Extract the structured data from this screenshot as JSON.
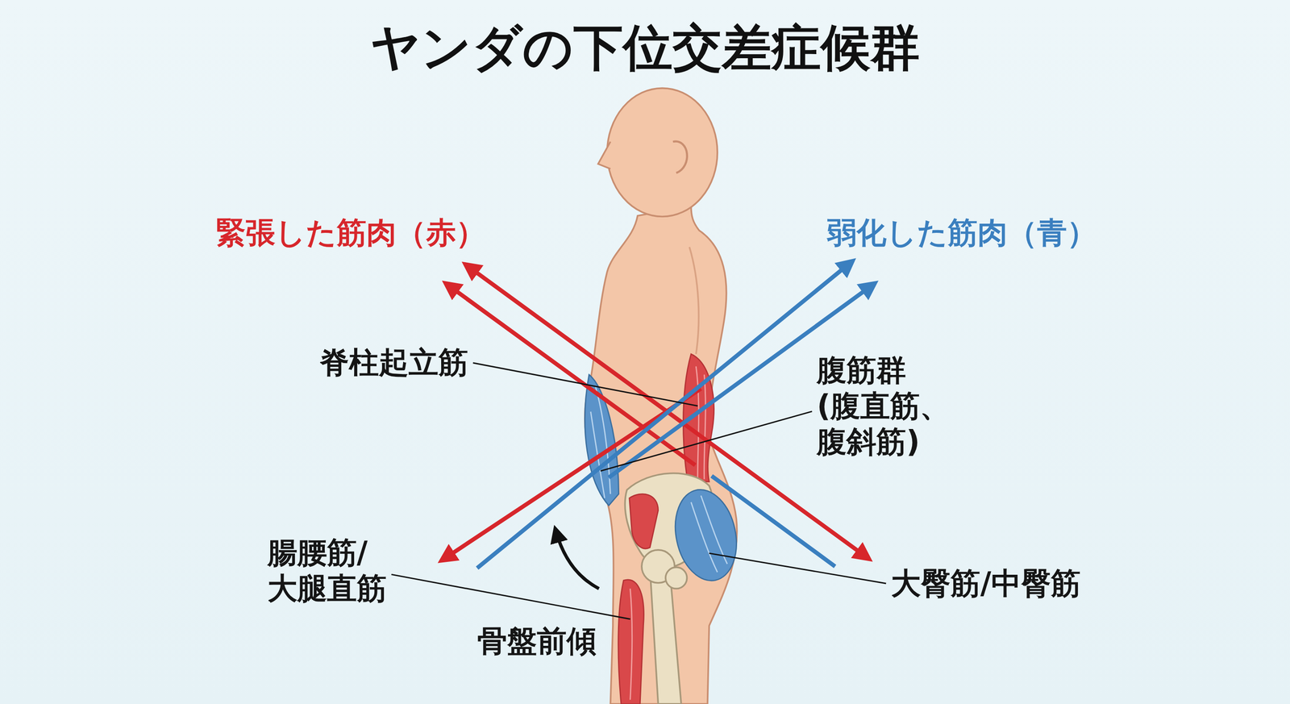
{
  "diagram": {
    "title": "ヤンダの下位交差症候群",
    "labels": [
      "緊張した筋肉（赤）",
      "弱化した筋肉（青）",
      "脊柱起立筋",
      "腹筋群 (腹直筋、腹斜筋)",
      "腸腰筋/ 大腿直筋",
      "大臀筋/中臀筋",
      "骨盤前傾"
    ]
  }
}
